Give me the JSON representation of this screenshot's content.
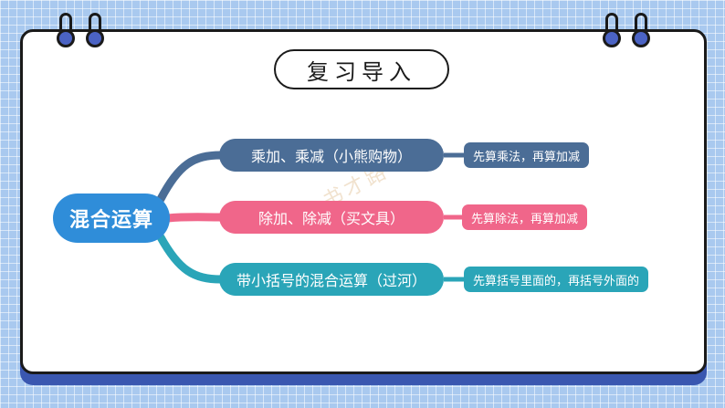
{
  "title": "复习导入",
  "root": {
    "label": "混合运算",
    "color": "#2f8dd9"
  },
  "branches": [
    {
      "label": "乘加、乘减（小熊购物）",
      "rule": "先算乘法，再算加减",
      "color": "#4b6d96"
    },
    {
      "label": "除加、除减（买文具）",
      "rule": "先算除法，再算加减",
      "color": "#f0668a"
    },
    {
      "label": "带小括号的混合运算（过河）",
      "rule": "先算括号里面的，再括号外面的",
      "color": "#2aa5b8"
    }
  ],
  "watermark": "书才路"
}
